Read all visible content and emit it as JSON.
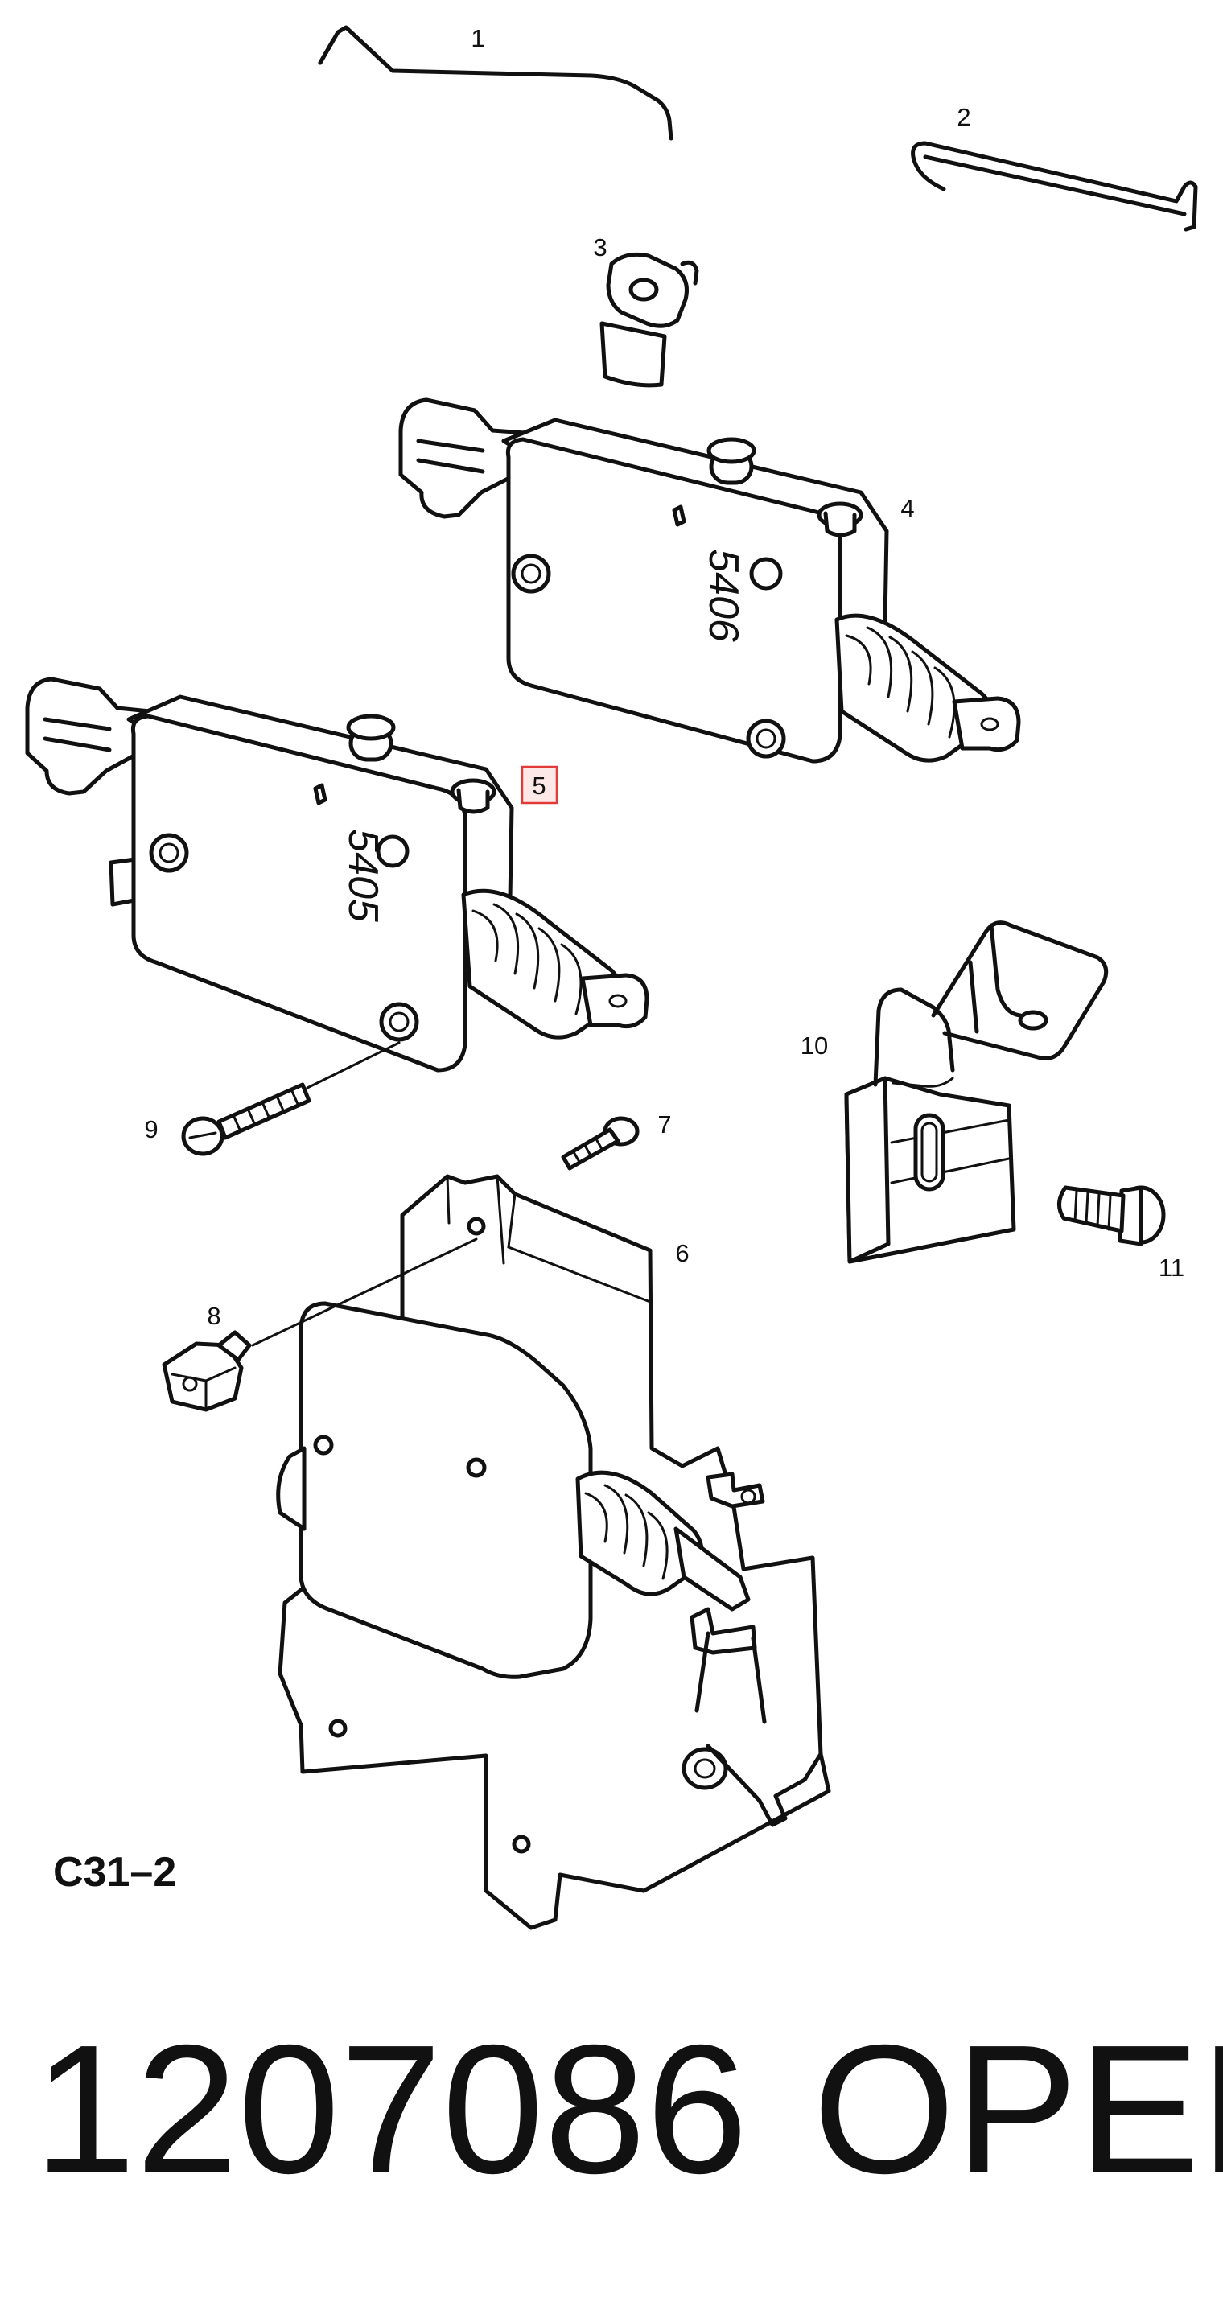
{
  "callouts": {
    "c1": "1",
    "c2": "2",
    "c3": "3",
    "c4": "4",
    "c5": "5",
    "c6": "6",
    "c7": "7",
    "c8": "8",
    "c9": "9",
    "c10": "10",
    "c11": "11"
  },
  "highlight_color": "#e03a3a",
  "actuator_upper_stamp": "5406",
  "actuator_lower_stamp": "5405",
  "sheet_code": "C31–2",
  "part_number": "1207086",
  "brand": "OPEL"
}
